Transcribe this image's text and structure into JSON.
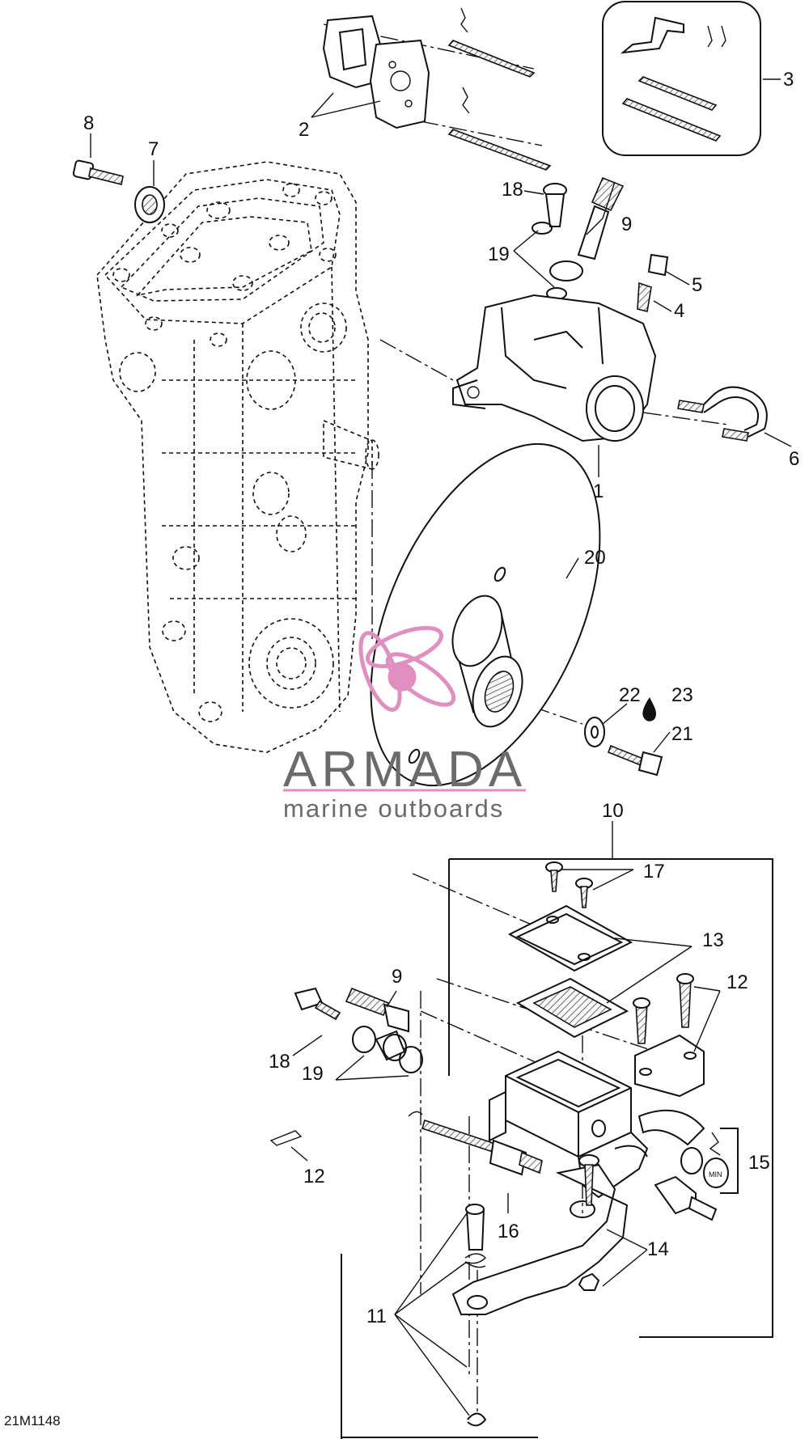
{
  "diagram_code": "21M1148",
  "watermark": {
    "brand": "ARMADA",
    "tagline": "marine outboards",
    "logo_color": "#e090c0",
    "text_color": "#6b6b6b"
  },
  "callouts": [
    {
      "id": "c1",
      "label": "1"
    },
    {
      "id": "c2",
      "label": "2"
    },
    {
      "id": "c3",
      "label": "3"
    },
    {
      "id": "c4",
      "label": "4"
    },
    {
      "id": "c5",
      "label": "5"
    },
    {
      "id": "c6",
      "label": "6"
    },
    {
      "id": "c7",
      "label": "7"
    },
    {
      "id": "c8",
      "label": "8"
    },
    {
      "id": "c9a",
      "label": "9"
    },
    {
      "id": "c9b",
      "label": "9"
    },
    {
      "id": "c10",
      "label": "10"
    },
    {
      "id": "c11",
      "label": "11"
    },
    {
      "id": "c12a",
      "label": "12"
    },
    {
      "id": "c12b",
      "label": "12"
    },
    {
      "id": "c13",
      "label": "13"
    },
    {
      "id": "c14",
      "label": "14"
    },
    {
      "id": "c15",
      "label": "15"
    },
    {
      "id": "c16",
      "label": "16"
    },
    {
      "id": "c17",
      "label": "17"
    },
    {
      "id": "c18a",
      "label": "18"
    },
    {
      "id": "c18b",
      "label": "18"
    },
    {
      "id": "c19a",
      "label": "19"
    },
    {
      "id": "c19b",
      "label": "19"
    },
    {
      "id": "c20",
      "label": "20"
    },
    {
      "id": "c21",
      "label": "21"
    },
    {
      "id": "c22",
      "label": "22"
    },
    {
      "id": "c23",
      "label": "23"
    }
  ],
  "icons": {
    "oil_drop": "oil-drop-icon",
    "logo": "propeller-logo-icon"
  },
  "colors": {
    "ink": "#111111",
    "background": "#ffffff"
  }
}
